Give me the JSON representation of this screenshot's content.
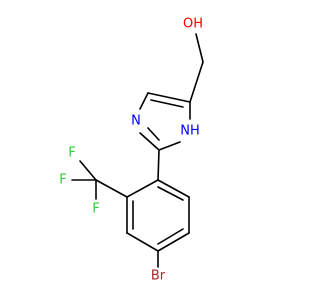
{
  "structure": {
    "atoms": {
      "hydroxyl": {
        "text": "OH",
        "color": "#ff0000"
      },
      "ring_nitrogen": {
        "text": "N",
        "color": "#0000ff"
      },
      "ring_nh": {
        "text": "NH",
        "color": "#0000ff"
      },
      "fluorine_1": {
        "text": "F",
        "color": "#33cc33"
      },
      "fluorine_2": {
        "text": "F",
        "color": "#33cc33"
      },
      "fluorine_3": {
        "text": "F",
        "color": "#33cc33"
      },
      "bromine": {
        "text": "Br",
        "color": "#a62929"
      }
    }
  }
}
